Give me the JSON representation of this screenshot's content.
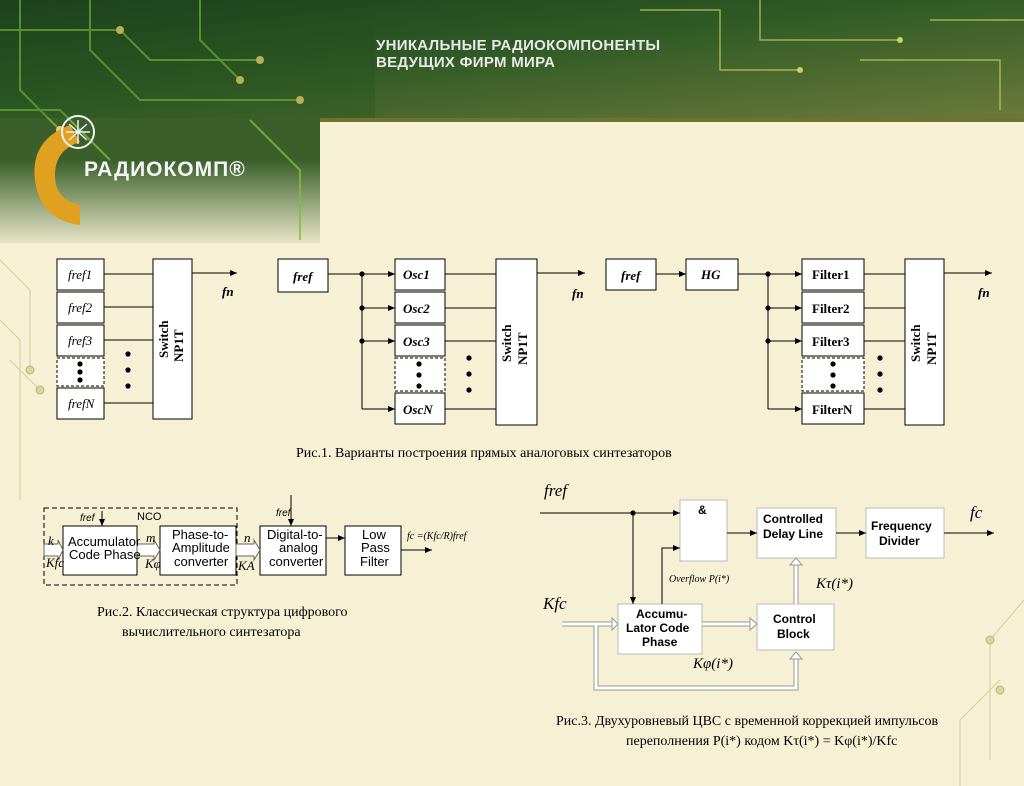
{
  "header": {
    "line1": "УНИКАЛЬНЫЕ РАДИОКОМПОНЕНТЫ",
    "line2": "ВЕДУЩИХ ФИРМ МИРА",
    "brand": "РАДИОКОМП®"
  },
  "fig1": {
    "caption": "Рис.1. Варианты построения прямых аналоговых синтезаторов",
    "switch_label": "Switch",
    "switch_sub": "NP1T",
    "output": "fn",
    "variant_a_inputs": [
      "fref1",
      "fref2",
      "fref3",
      "frefN"
    ],
    "variant_b_ref": "fref",
    "variant_b_osc": [
      "Osc1",
      "Osc2",
      "Osc3",
      "OscN"
    ],
    "variant_c_ref": "fref",
    "variant_c_hg": "HG",
    "variant_c_filters": [
      "Filter1",
      "Filter2",
      "Filter3",
      "FilterN"
    ]
  },
  "fig2": {
    "caption_line1": "Рис.2. Классическая структура цифрового",
    "caption_line2": "вычислительного синтезатора",
    "nco": "NCO",
    "fref": "fref",
    "acc": [
      "Accumulator",
      "Code Phase"
    ],
    "pta": [
      "Phase-to-",
      "Amplitude",
      "converter"
    ],
    "dac": [
      "Digital-to-",
      "analog",
      "converter"
    ],
    "lpf": [
      "Low",
      "Pass",
      "Filter"
    ],
    "k": "k",
    "kfc": "Kfc",
    "m": "m",
    "kphi": "Kφ",
    "n": "n",
    "ka": "KA",
    "formula": "fc =(Kfc/R)fref"
  },
  "fig3": {
    "caption_line1": "Рис.3. Двухуровневый ЦВС с временной коррекцией импульсов",
    "caption_line2": "переполнения P(i*) кодом Kτ(i*) = Kφ(i*)/Kfc",
    "fref": "fref",
    "and": "&",
    "cdl": [
      "Controlled",
      "Delay Line"
    ],
    "fd": [
      "Frequency",
      "Divider"
    ],
    "fc": "fc",
    "overflow": "Overflow P(i*)",
    "ktau": "Kτ(i*)",
    "kfc": "Kfc",
    "acc": [
      "Accumu-",
      "Lator Code",
      "Phase"
    ],
    "ctrl": [
      "Control",
      "Block"
    ],
    "kphi": "Kφ(i*)"
  }
}
